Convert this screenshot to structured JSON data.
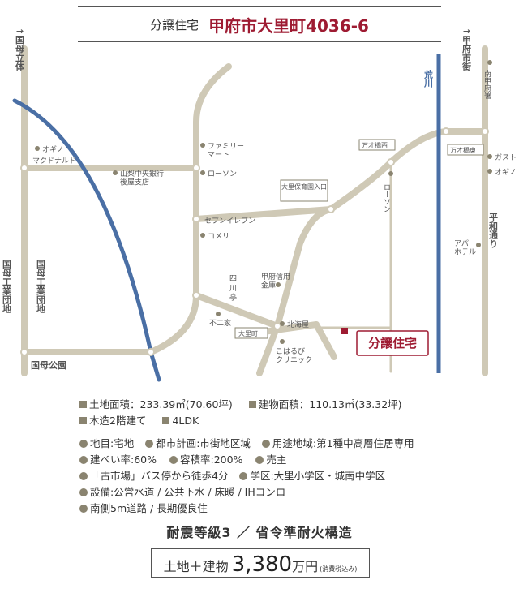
{
  "header": {
    "label": "分譲住宅",
    "title": "甲府市大里町4036-6"
  },
  "map": {
    "roads": {
      "left_arrow": "↑国母立体",
      "right_arrow": "↑甲府市街",
      "heiwa": "平和通り",
      "kokubo_park": "国母公園"
    },
    "industrial_outer": "国母工業団地",
    "industrial_inner": "国母工業団地",
    "river": "荒川",
    "intersections": {
      "mansai_nishi": "万才橋西",
      "mansai_higashi": "万才橋東",
      "hoikuen": "大里保育園入口",
      "osato": "大里町"
    },
    "places": {
      "okino_left": "オギノ",
      "mcdonalds": "マクドナルド",
      "bank": "山梨中央銀行\n後屋支店",
      "familymart": "ファミリー\nマート",
      "lawson_center": "ローソン",
      "seven": "セブンイレブン",
      "komeri": "コメリ",
      "shisen": "四\n川\n亭",
      "shinyo": "甲府信用\n金庫",
      "funiya": "不二家",
      "hokkaiya": "北海屋",
      "clinic": "こはるび\nクリニック",
      "lawson_right": "ローソン",
      "minami_kofu": "南甲府署",
      "gusto": "ガスト",
      "okino_right": "オギノ",
      "apa": "アパ\nホテル"
    },
    "property_label": "分譲住宅",
    "colors": {
      "road": "#cfc9b6",
      "river": "#4a6fa5",
      "accent": "#9e1b32",
      "dot": "#8a8470"
    }
  },
  "specs": {
    "land_area": "土地面積：233.39㎡(70.60坪)",
    "building_area": "建物面積：110.13㎡(33.32坪)",
    "structure": "木造2階建て",
    "layout": "4LDK",
    "category": "地目:宅地",
    "city_plan": "都市計画:市街地区域",
    "zoning": "用途地域:第1種中高層住居専用",
    "coverage": "建ぺい率:60%",
    "far": "容積率:200%",
    "seller": "売主",
    "bus": "「古市場」バス停から徒歩4分",
    "school": "学区:大里小学区・城南中学区",
    "facilities": "設備:公営水道 / 公共下水 / 床暖 / IHコンロ",
    "road": "南側5m道路 / 長期優良住"
  },
  "quake": "耐震等級3 ／ 省令準耐火構造",
  "price": {
    "label": "土地＋建物",
    "value": "3,380",
    "unit": "万円",
    "note": "(消費税込み)"
  }
}
